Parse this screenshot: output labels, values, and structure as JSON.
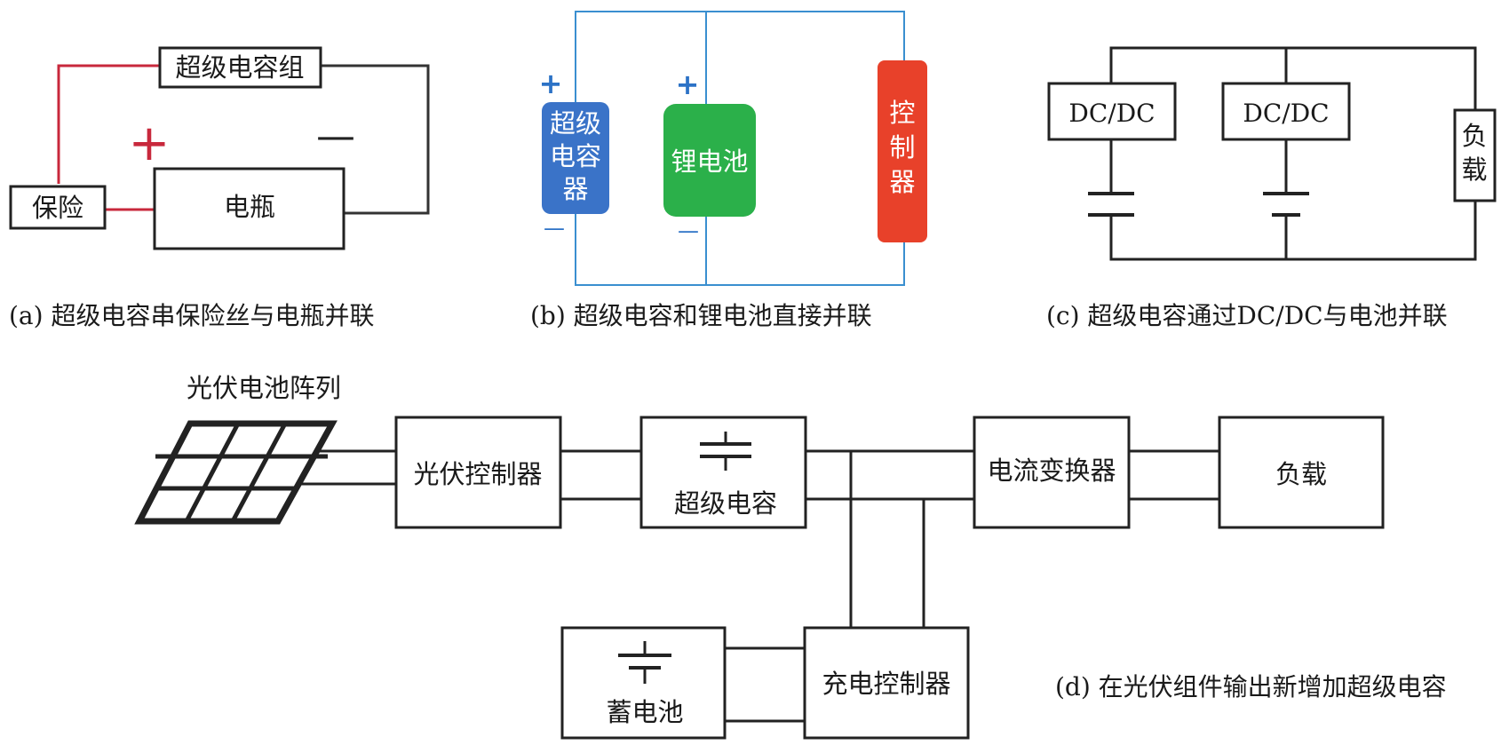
{
  "panel_a": {
    "label_supercap_group": "超级电容组",
    "label_fuse": "保险",
    "label_battery": "电瓶",
    "plus": "+",
    "minus": "—",
    "caption": "(a) 超级电容串保险丝与电瓶并联",
    "colors": {
      "positive_wire": "#c8283c",
      "negative_wire": "#333333"
    }
  },
  "panel_b": {
    "supercap": [
      "超级",
      "电容",
      "器"
    ],
    "li_battery": "锂电池",
    "controller": [
      "控",
      "制",
      "器"
    ],
    "plus": "+",
    "minus": "—",
    "caption": "(b) 超级电容和锂电池直接并联",
    "colors": {
      "wire": "#3a8fd0",
      "supercap": "#3a73c8",
      "li_battery": "#2bb04a",
      "controller": "#e8412a",
      "plus_mark": "#2c72c6"
    }
  },
  "panel_c": {
    "dcdc_1": "DC/DC",
    "dcdc_2": "DC/DC",
    "load": [
      "负",
      "载"
    ],
    "caption": "(c) 超级电容通过DC/DC与电池并联"
  },
  "panel_d": {
    "pv_array": "光伏电池阵列",
    "pv_controller": "光伏控制器",
    "supercap": "超级电容",
    "current_converter": "电流变换器",
    "load": "负载",
    "storage_battery": "蓄电池",
    "charge_controller": "充电控制器",
    "caption": "(d) 在光伏组件输出新增加超级电容"
  }
}
